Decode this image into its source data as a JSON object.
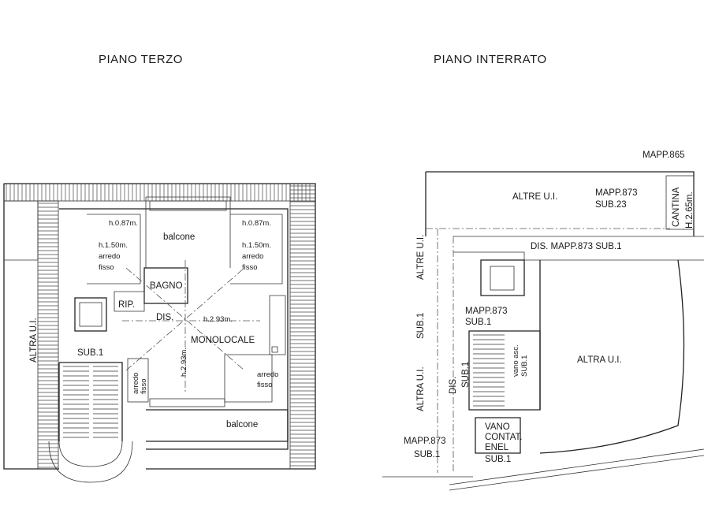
{
  "titles": {
    "left": "PIANO  TERZO",
    "right": "PIANO  INTERRATO"
  },
  "piano_terzo": {
    "altra_ui": "ALTRA U.I.",
    "balcone_top": "balcone",
    "balcone_bottom": "balcone",
    "h087_left": "h.0.87m.",
    "h150_left": "h.1.50m.",
    "arredo_left": "arredo",
    "fisso_left": "fisso",
    "h087_right": "h.0.87m.",
    "h150_right": "h.1.50m.",
    "arredo_right": "arredo",
    "fisso_right": "fisso",
    "bagno": "BAGNO",
    "rip": "RIP.",
    "dis": "DIS.",
    "h293_horiz": "h.2.93m.",
    "monolocale": "MONOLOCALE",
    "sub1": "SUB.1",
    "arredo_vert": "arredo",
    "fisso_vert": "fisso",
    "h293_vert": "h.2.93m.",
    "arredo_br": "arredo",
    "fisso_br": "fisso"
  },
  "piano_interrato": {
    "mapp865": "MAPP.865",
    "altre_ui_top": "ALTRE U.I.",
    "mapp873_top": "MAPP.873",
    "sub23": "SUB.23",
    "cantina": "CANTINA",
    "cantina_h": "H.2.65m.",
    "dis_mapp": "DIS. MAPP.873 SUB.1",
    "altre_ui_vert": "ALTRE U.I.",
    "mapp873_mid": "MAPP.873",
    "sub1_mid": "SUB.1",
    "sub1_vert": "SUB.1",
    "altra_ui_vert": "ALTRA U.I.",
    "dis_vert": "DIS.",
    "sub1_vert2": "SUB.1",
    "vano_asc": "vano asc.",
    "vano_asc_sub": "SUB.1",
    "altra_ui_big": "ALTRA U.I.",
    "mapp873_bot": "MAPP.873",
    "sub1_bot": "SUB.1",
    "vano": "VANO",
    "contat": "CONTAT.",
    "enel": "ENEL",
    "sub1_enel": "SUB.1"
  }
}
